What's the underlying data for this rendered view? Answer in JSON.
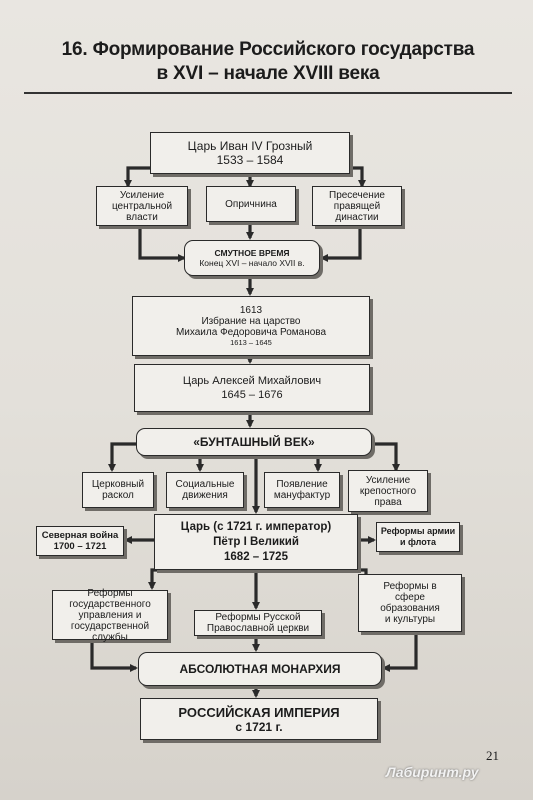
{
  "title": {
    "line1": "16. Формирование Российского государства",
    "line2": "в XVI – начале XVIII века"
  },
  "nodes": {
    "ivan": {
      "line1": "Царь Иван IV Грозный",
      "line2": "1533 – 1584"
    },
    "centralization": {
      "line1": "Усиление",
      "line2": "центральной",
      "line3": "власти"
    },
    "oprichnina": {
      "text": "Опричнина"
    },
    "dynasty_end": {
      "line1": "Пресечение",
      "line2": "правящей",
      "line3": "династии"
    },
    "time_of_troubles": {
      "line1": "СМУТНОЕ ВРЕМЯ",
      "line2": "Конец XVI – начало XVII в."
    },
    "mikhail": {
      "line1": "1613",
      "line2": "Избрание на царство",
      "line3": "Михаила Федоровича Романова",
      "line4": "1613 – 1645"
    },
    "alexei": {
      "line1": "Царь Алексей Михайлович",
      "line2": "1645 – 1676"
    },
    "rebellious_age": {
      "text": "«БУНТАШНЫЙ ВЕК»"
    },
    "schism": {
      "line1": "Церковный",
      "line2": "раскол"
    },
    "social": {
      "line1": "Социальные",
      "line2": "движения"
    },
    "manufactures": {
      "line1": "Появление",
      "line2": "мануфактур"
    },
    "serfdom": {
      "line1": "Усиление",
      "line2": "крепостного",
      "line3": "права"
    },
    "peter": {
      "line1": "Царь (с 1721 г. император)",
      "line2": "Пётр I Великий",
      "line3": "1682 – 1725"
    },
    "northern_war": {
      "line1": "Северная война",
      "line2": "1700 – 1721"
    },
    "army_reforms": {
      "line1": "Реформы армии",
      "line2": "и флота"
    },
    "state_reforms": {
      "line1": "Реформы",
      "line2": "государственного",
      "line3": "управления и",
      "line4": "государственной",
      "line5": "службы"
    },
    "church_reforms": {
      "line1": "Реформы Русской",
      "line2": "Православной церкви"
    },
    "education_reforms": {
      "line1": "Реформы в",
      "line2": "сфере",
      "line3": "образования",
      "line4": "и культуры"
    },
    "absolutism": {
      "text": "АБСОЛЮТНАЯ МОНАРХИЯ"
    },
    "empire": {
      "line1": "РОССИЙСКАЯ ИМПЕРИЯ",
      "line2": "с 1721 г."
    }
  },
  "page_number": "21",
  "watermark": "Лабиринт.ру"
}
